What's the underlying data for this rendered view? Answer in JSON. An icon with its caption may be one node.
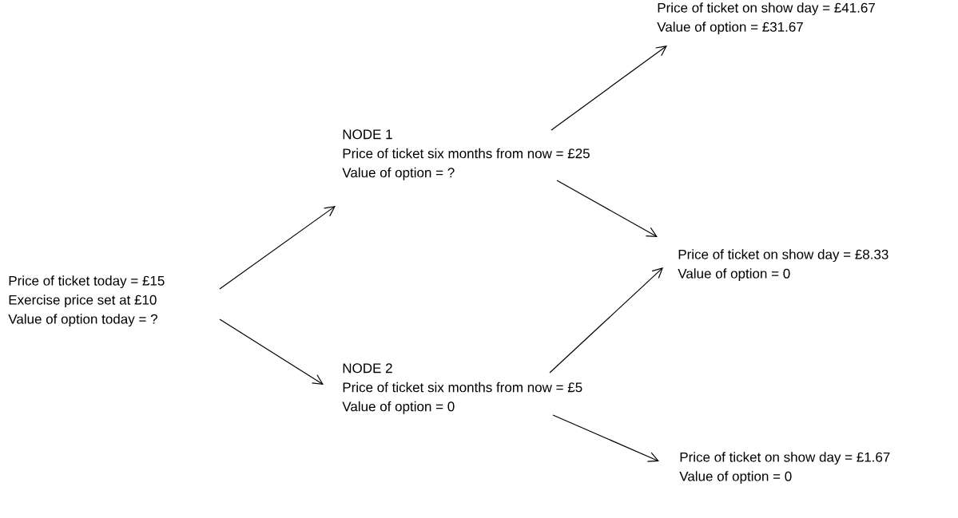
{
  "diagram": {
    "nodes": [
      {
        "text": [
          "Price of ticket today = £15",
          "Exercise price set at £10",
          "Value of option today = ?"
        ]
      },
      {
        "text": [
          "NODE 1",
          "Price of ticket six months from now = £25",
          "Value of option = ?"
        ]
      },
      {
        "text": [
          "NODE 2",
          "Price of ticket six months from now = £5",
          "Value of option = 0"
        ]
      },
      {
        "text": [
          "Price of ticket on show day = £41.67",
          "Value of option = £31.67"
        ]
      },
      {
        "text": [
          "Price of ticket on show day = £8.33",
          "Value of option = 0"
        ]
      },
      {
        "text": [
          "Price of ticket on show day = £1.67",
          "Value of option = 0"
        ]
      }
    ],
    "edges": [
      {
        "from": 0,
        "to": 1,
        "arrow": "to"
      },
      {
        "from": 0,
        "to": 2,
        "arrow": "to"
      },
      {
        "from": 1,
        "to": 3,
        "arrow": "to"
      },
      {
        "from": 1,
        "to": 4,
        "arrow": "to"
      },
      {
        "from": 2,
        "to": 4,
        "arrow": "to"
      },
      {
        "from": 2,
        "to": 5,
        "arrow": "to"
      }
    ]
  }
}
